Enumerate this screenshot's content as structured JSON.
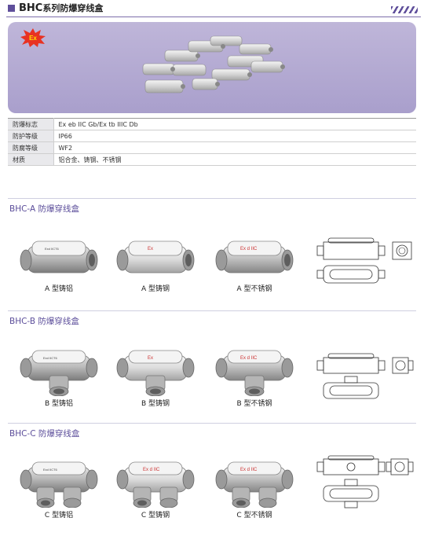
{
  "header": {
    "title_main": "BHC",
    "title_sub": "系列防爆穿线盒"
  },
  "banner": {
    "ex_badge": "Ex"
  },
  "specs": [
    {
      "k": "防爆标志",
      "v": "Ex eb IIC Gb/Ex tb IIIC Db"
    },
    {
      "k": "防护等级",
      "v": "IP66"
    },
    {
      "k": "防腐等级",
      "v": "WF2"
    },
    {
      "k": "材质",
      "v": "铝合金、铸钢、不锈钢"
    }
  ],
  "sections": [
    {
      "title": "BHC-A 防爆穿线盒",
      "captions": [
        "A 型铸铝",
        "A 型铸钢",
        "A 型不锈钢"
      ]
    },
    {
      "title": "BHC-B 防爆穿线盒",
      "captions": [
        "B 型铸铝",
        "B 型铸钢",
        "B 型不锈钢"
      ]
    },
    {
      "title": "BHC-C 防爆穿线盒",
      "captions": [
        "C 型铸铝",
        "C 型铸钢",
        "C 型不锈钢"
      ]
    }
  ],
  "colors": {
    "accent": "#5f4f9b",
    "banner": "#b3a9d3",
    "section_title": "#5b4d9a"
  }
}
